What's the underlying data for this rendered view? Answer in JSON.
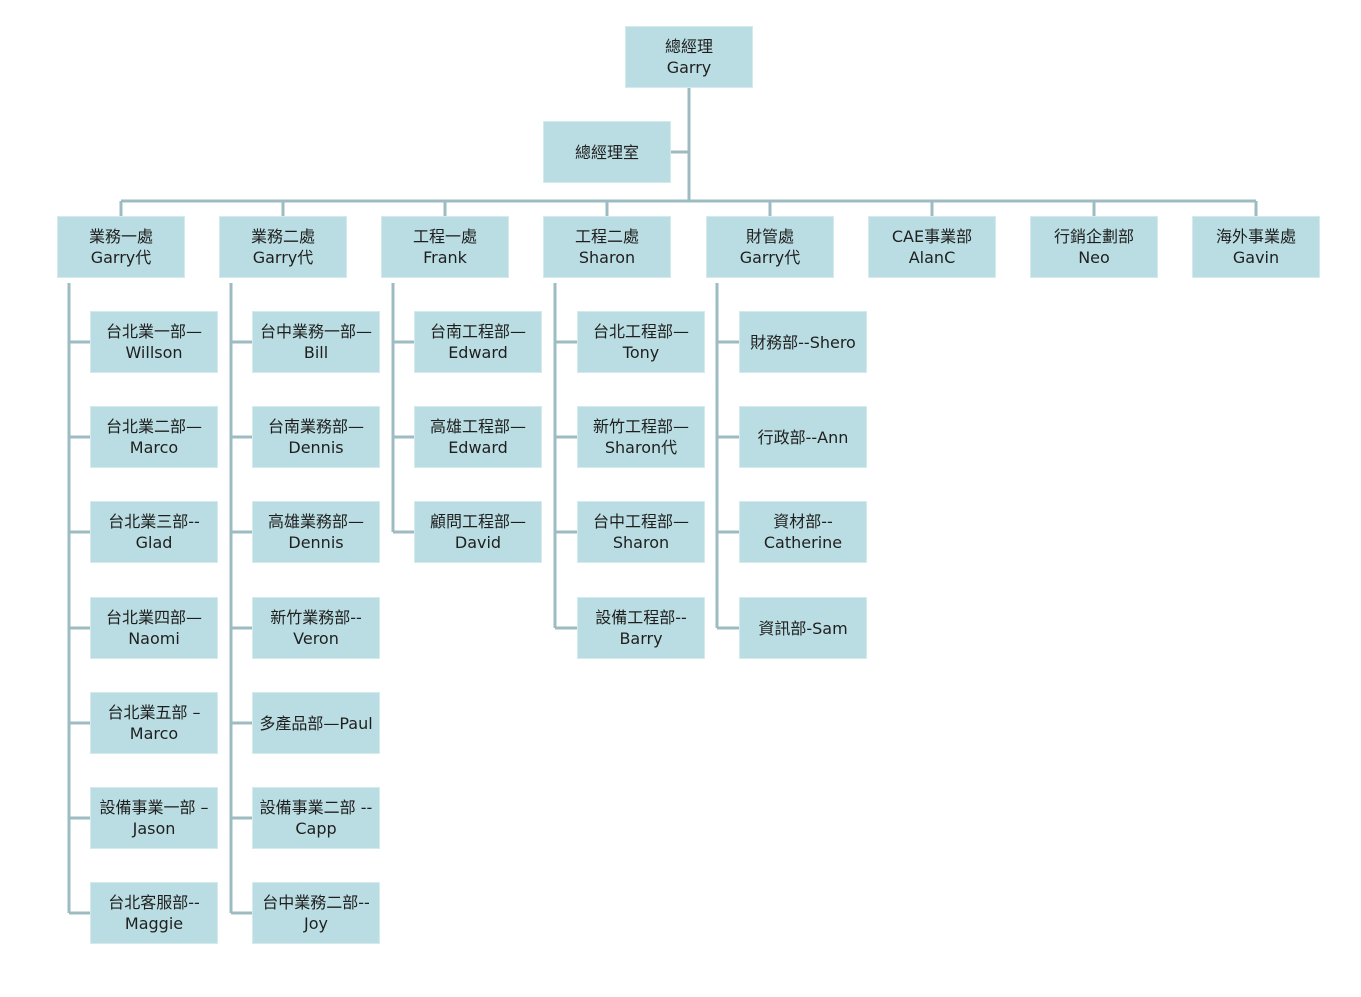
{
  "org": {
    "root": {
      "title": "總經理",
      "name": "Garry"
    },
    "office": {
      "title": "總經理室"
    },
    "divisions": [
      {
        "title": "業務一處",
        "name": "Garry代",
        "units": [
          [
            "台北業一部—",
            "Willson"
          ],
          [
            "台北業二部—",
            "Marco"
          ],
          [
            "台北業三部--",
            "Glad"
          ],
          [
            "台北業四部—",
            "Naomi"
          ],
          [
            "台北業五部 –",
            "Marco"
          ],
          [
            "設備事業一部 –",
            "Jason"
          ],
          [
            "台北客服部--",
            "Maggie"
          ]
        ]
      },
      {
        "title": "業務二處",
        "name": "Garry代",
        "units": [
          [
            "台中業務一部—",
            "Bill"
          ],
          [
            "台南業務部—",
            "Dennis"
          ],
          [
            "高雄業務部—",
            "Dennis"
          ],
          [
            "新竹業務部--",
            "Veron"
          ],
          [
            "多產品部—Paul",
            ""
          ],
          [
            "設備事業二部 --",
            "Capp"
          ],
          [
            "台中業務二部--",
            "Joy"
          ]
        ]
      },
      {
        "title": "工程一處",
        "name": "Frank",
        "units": [
          [
            "台南工程部—",
            "Edward"
          ],
          [
            "高雄工程部—",
            "Edward"
          ],
          [
            "顧問工程部—",
            "David"
          ]
        ]
      },
      {
        "title": "工程二處",
        "name": "Sharon",
        "units": [
          [
            "台北工程部—",
            "Tony"
          ],
          [
            "新竹工程部—",
            "Sharon代"
          ],
          [
            "台中工程部—",
            "Sharon"
          ],
          [
            "設備工程部--",
            "Barry"
          ]
        ]
      },
      {
        "title": "財管處",
        "name": "Garry代",
        "units": [
          [
            "財務部--Shero",
            ""
          ],
          [
            "行政部--Ann",
            ""
          ],
          [
            "資材部--",
            "Catherine"
          ],
          [
            "資訊部-Sam",
            ""
          ]
        ]
      },
      {
        "title": "CAE事業部",
        "name": "AlanC",
        "units": []
      },
      {
        "title": "行銷企劃部",
        "name": "Neo",
        "units": []
      },
      {
        "title": "海外事業處",
        "name": "Gavin",
        "units": []
      }
    ]
  },
  "colors": {
    "box_fill": "#b9dde2",
    "box_border": "#d4ebee",
    "connector": "#9dbcc2",
    "text": "#1f1f1f"
  }
}
